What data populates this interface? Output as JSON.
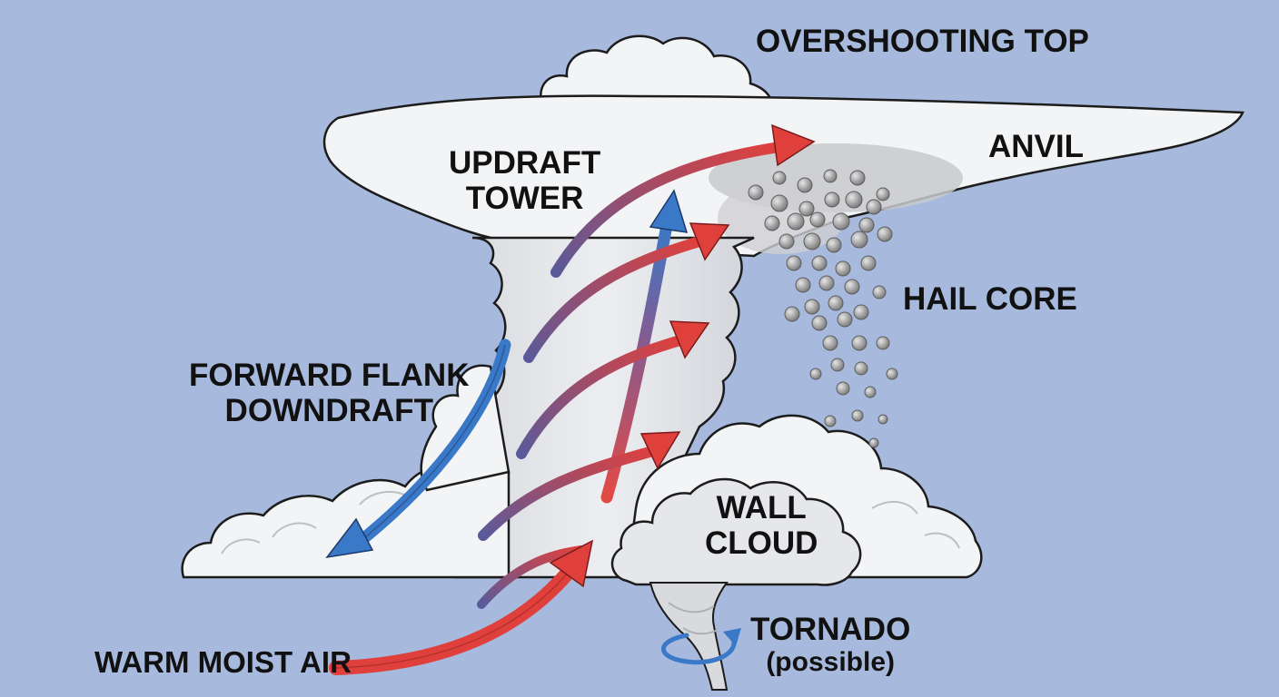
{
  "labels": {
    "overshooting_top": "OVERSHOOTING TOP",
    "anvil": "ANVIL",
    "updraft_tower": [
      "UPDRAFT",
      "TOWER"
    ],
    "hail_core": "HAIL CORE",
    "forward_flank_downdraft": [
      "FORWARD FLANK",
      "DOWNDRAFT"
    ],
    "wall_cloud": [
      "WALL",
      "CLOUD"
    ],
    "tornado": [
      "TORNADO",
      "(possible)"
    ],
    "warm_moist_air": "WARM MOIST AIR"
  },
  "colors": {
    "background": "#a7b9dd",
    "cloud": "#f3f4f6",
    "cloud_outline": "#1c1c1c",
    "updraft": "#e04440",
    "downdraft": "#3a78c8",
    "hail": "#9a9a9a"
  }
}
